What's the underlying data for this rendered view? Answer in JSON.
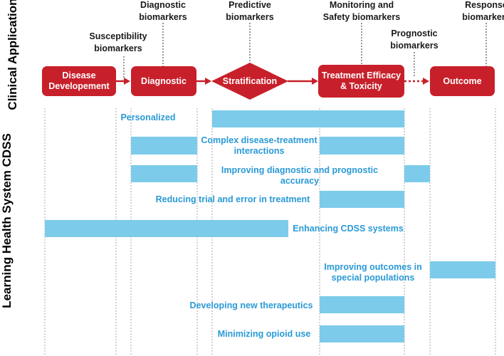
{
  "side_titles": {
    "top": "Clinical Application",
    "bottom": "Learning  Health System CDSS"
  },
  "biomarkers": [
    {
      "id": "susceptibility",
      "text": "Susceptibility\nbiomarkers"
    },
    {
      "id": "diagnostic",
      "text": "Diagnostic\nbiomarkers"
    },
    {
      "id": "predictive",
      "text": "Predictive\nbiomarkers"
    },
    {
      "id": "monitoring",
      "text": "Monitoring and\nSafety biomarkers"
    },
    {
      "id": "prognostic",
      "text": "Prognostic\nbiomarkers"
    },
    {
      "id": "response",
      "text": "Response\nbiomarkers"
    }
  ],
  "stages": [
    {
      "id": "disease-development",
      "text": "Disease\nDevelopement"
    },
    {
      "id": "diagnostic",
      "text": "Diagnostic"
    },
    {
      "id": "stratification",
      "text": "Stratification"
    },
    {
      "id": "treatment",
      "text": "Treatment Efficacy\n& Toxicity"
    },
    {
      "id": "outcome",
      "text": "Outcome"
    }
  ],
  "benefits": [
    {
      "id": "personalized",
      "text": "Personalized"
    },
    {
      "id": "complex-interactions",
      "text": "Complex disease-treatment\ninteractions"
    },
    {
      "id": "diagnostic-accuracy",
      "text": "Improving diagnostic and prognostic\naccuracy"
    },
    {
      "id": "trial-error",
      "text": "Reducing  trial and error in treatment"
    },
    {
      "id": "cdss-systems",
      "text": "Enhancing CDSS systems"
    },
    {
      "id": "special-populations",
      "text": "Improving outcomes in\nspecial populations"
    },
    {
      "id": "new-therapeutics",
      "text": "Developing new therapeutics"
    },
    {
      "id": "opioid-use",
      "text": "Minimizing opioid use"
    }
  ],
  "colors": {
    "stage_fill": "#c8202b",
    "bar_fill": "#7dcbea",
    "benefit_text": "#2a9ad6",
    "gridline": "#aaaaaa"
  }
}
